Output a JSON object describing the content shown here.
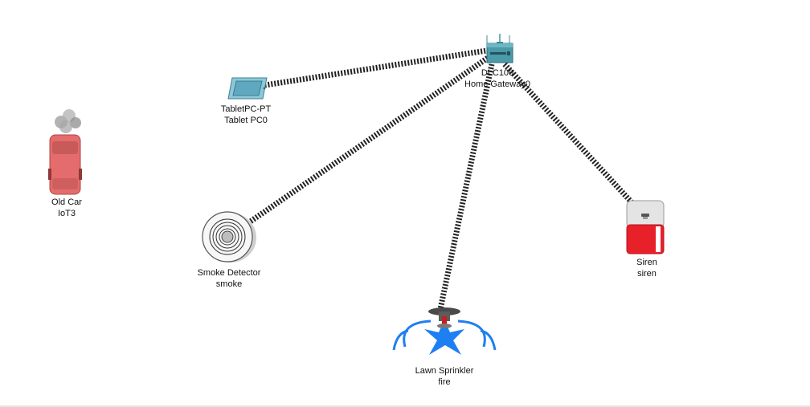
{
  "colors": {
    "link": "#222222",
    "gateway": "#3f8f9f",
    "tablet": "#74b6c8",
    "car": "#e46c6c",
    "siren_red": "#e8202a",
    "sprinkler_blue": "#1e7ff2"
  },
  "devices": {
    "gateway": {
      "icon": "home-gateway-icon",
      "model": "DLC100",
      "name": "Home Gateway0"
    },
    "tablet": {
      "icon": "tablet-icon",
      "model": "TabletPC-PT",
      "name": "Tablet PC0"
    },
    "car": {
      "icon": "old-car-icon",
      "model": "Old Car",
      "name": "IoT3"
    },
    "smoke": {
      "icon": "smoke-detector-icon",
      "model": "Smoke Detector",
      "name": "smoke"
    },
    "siren": {
      "icon": "siren-icon",
      "model": "Siren",
      "name": "siren"
    },
    "sprinkler": {
      "icon": "lawn-sprinkler-icon",
      "model": "Lawn Sprinkler",
      "name": "fire"
    }
  },
  "links": [
    {
      "from": "gateway",
      "to": "tablet",
      "type": "wireless"
    },
    {
      "from": "gateway",
      "to": "smoke",
      "type": "wireless"
    },
    {
      "from": "gateway",
      "to": "sprinkler",
      "type": "wireless"
    },
    {
      "from": "gateway",
      "to": "siren",
      "type": "wireless"
    }
  ]
}
